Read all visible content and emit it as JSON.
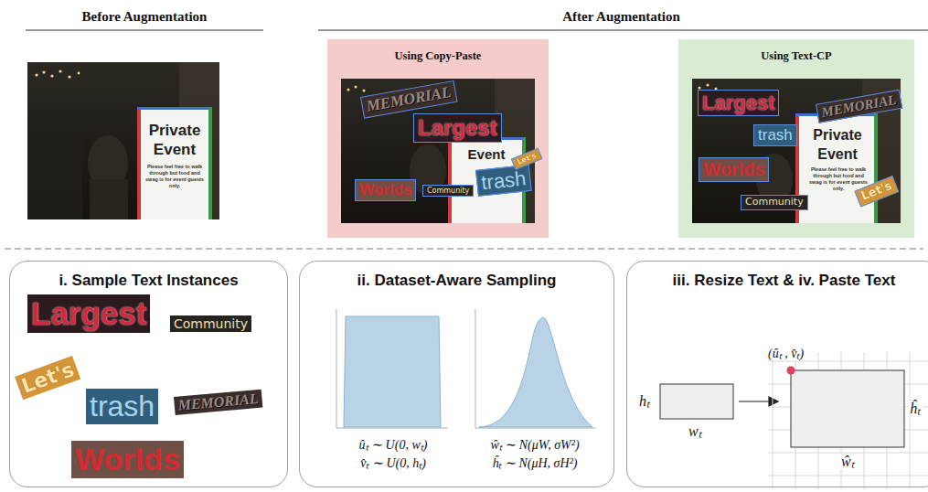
{
  "diagram": {
    "nodes": [
      {
        "text": [
          "Using Copy-Paste"
        ]
      },
      {
        "text": [
          "Using Text-CP"
        ]
      },
      {
        "text": [
          "i. Sample Text Instances"
        ]
      },
      {
        "text": [
          "ii. Dataset-Aware Sampling"
        ]
      },
      {
        "text": [
          "iii. Resize Text & iv. Paste Text"
        ]
      }
    ],
    "labels": [
      "Before Augmentation",
      "After Augmentation",
      "Private",
      "Event",
      "Please feel free to walk through but food and swag is for event guests only.",
      "Event",
      "MEMORIAL",
      "Largest",
      "Worlds",
      "Community",
      "trash",
      "Let's",
      "Private",
      "Event",
      "Please feel free to walk through but food and swag is for event guests only.",
      "Largest",
      "MEMORIAL",
      "trash",
      "Worlds",
      "Community",
      "Let's",
      "Largest",
      "Community",
      "Let's",
      "trash",
      "MEMORIAL",
      "Worlds",
      "ûₜ ∼ U(0, wₜ)",
      "v̂ₜ ∼ U(0, hₜ)",
      "ŵₜ ∼ N(μW, σW²)",
      "ĥₜ ∼ N(μH, σH²)",
      "hₜ",
      "wₜ",
      "(ûₜ , v̂ₜ)",
      "ĥₜ",
      "ŵₜ"
    ]
  }
}
